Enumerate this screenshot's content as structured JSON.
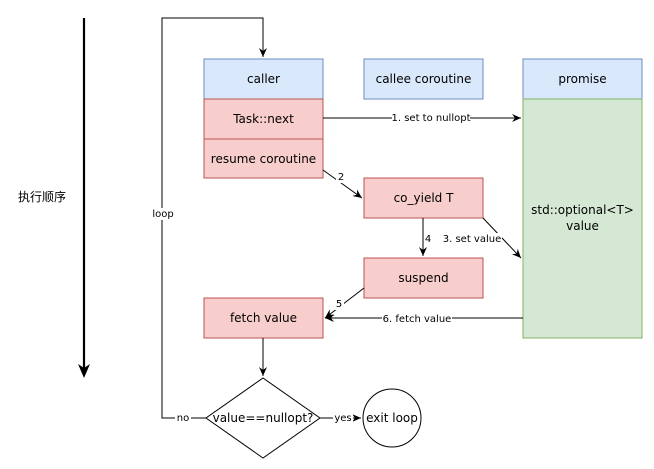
{
  "diagram": {
    "time_axis_label": "执行顺序",
    "columns": {
      "caller": "caller",
      "callee": "callee coroutine",
      "promise": "promise"
    },
    "steps": {
      "task_next": "Task::next",
      "resume": "resume coroutine",
      "co_yield": "co_yield T",
      "suspend": "suspend",
      "fetch_value": "fetch value",
      "promise_value_line1": "std::optional<T>",
      "promise_value_line2": "value",
      "decision": "value==nullopt?",
      "exit_loop": "exit loop"
    },
    "edge_labels": {
      "set_nullopt": "1. set to nullopt",
      "resume_to_yield": "2",
      "set_value": "3. set value",
      "yield_to_suspend": "4",
      "suspend_to_fetch": "5",
      "fetch_from_promise": "6. fetch value",
      "loop": "loop",
      "no": "no",
      "yes": "yes"
    },
    "colors": {
      "header_fill": "#dae8fc",
      "header_stroke": "#6c8ebf",
      "step_fill": "#f8cecc",
      "step_stroke": "#b85450",
      "promise_fill": "#d5e8d4",
      "promise_stroke": "#82b366",
      "line": "#000000"
    }
  }
}
